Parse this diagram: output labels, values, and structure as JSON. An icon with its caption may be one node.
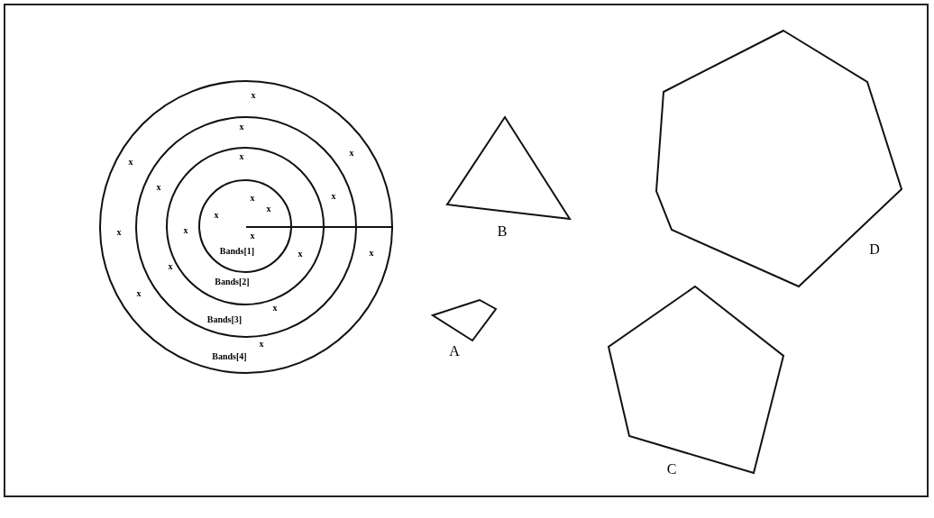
{
  "diagram": {
    "nodes": [
      {
        "text": [
          "Bands[4]"
        ]
      },
      {
        "text": [
          "Bands[3]"
        ],
        "in": 0
      },
      {
        "text": [
          "Bands[2]"
        ],
        "in": 1
      },
      {
        "text": [
          "Bands[1]"
        ],
        "in": 2
      },
      {
        "text": [
          "B"
        ]
      },
      {
        "text": [
          "D"
        ]
      },
      {
        "text": [
          "A"
        ]
      },
      {
        "text": [
          "C"
        ]
      }
    ],
    "edges": [],
    "labels": [
      "x",
      "x",
      "x",
      "x",
      "x",
      "x",
      "x",
      "x",
      "x",
      "x",
      "x",
      "x",
      "x",
      "x",
      "x",
      "x",
      "x",
      "x",
      "x"
    ]
  }
}
